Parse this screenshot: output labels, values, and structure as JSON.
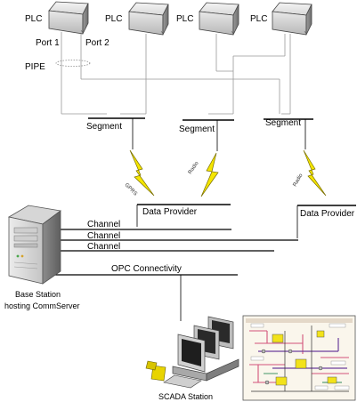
{
  "plc_label": "PLC",
  "port1": "Port 1",
  "port2": "Port 2",
  "pipe": "PIPE",
  "segment": "Segment",
  "gprs": "GPRS",
  "radio": "Radio",
  "data_provider": "Data Provider",
  "channel": "Channel",
  "opc": "OPC Connectivity",
  "base_line1": "Base Station",
  "base_line2": "hosting CommServer",
  "scada": "SCADA Station",
  "colors": {
    "bolt_fill": "#f5e600",
    "bolt_stroke": "#7a6f00",
    "line": "#000000",
    "pipe_line": "#999999"
  }
}
